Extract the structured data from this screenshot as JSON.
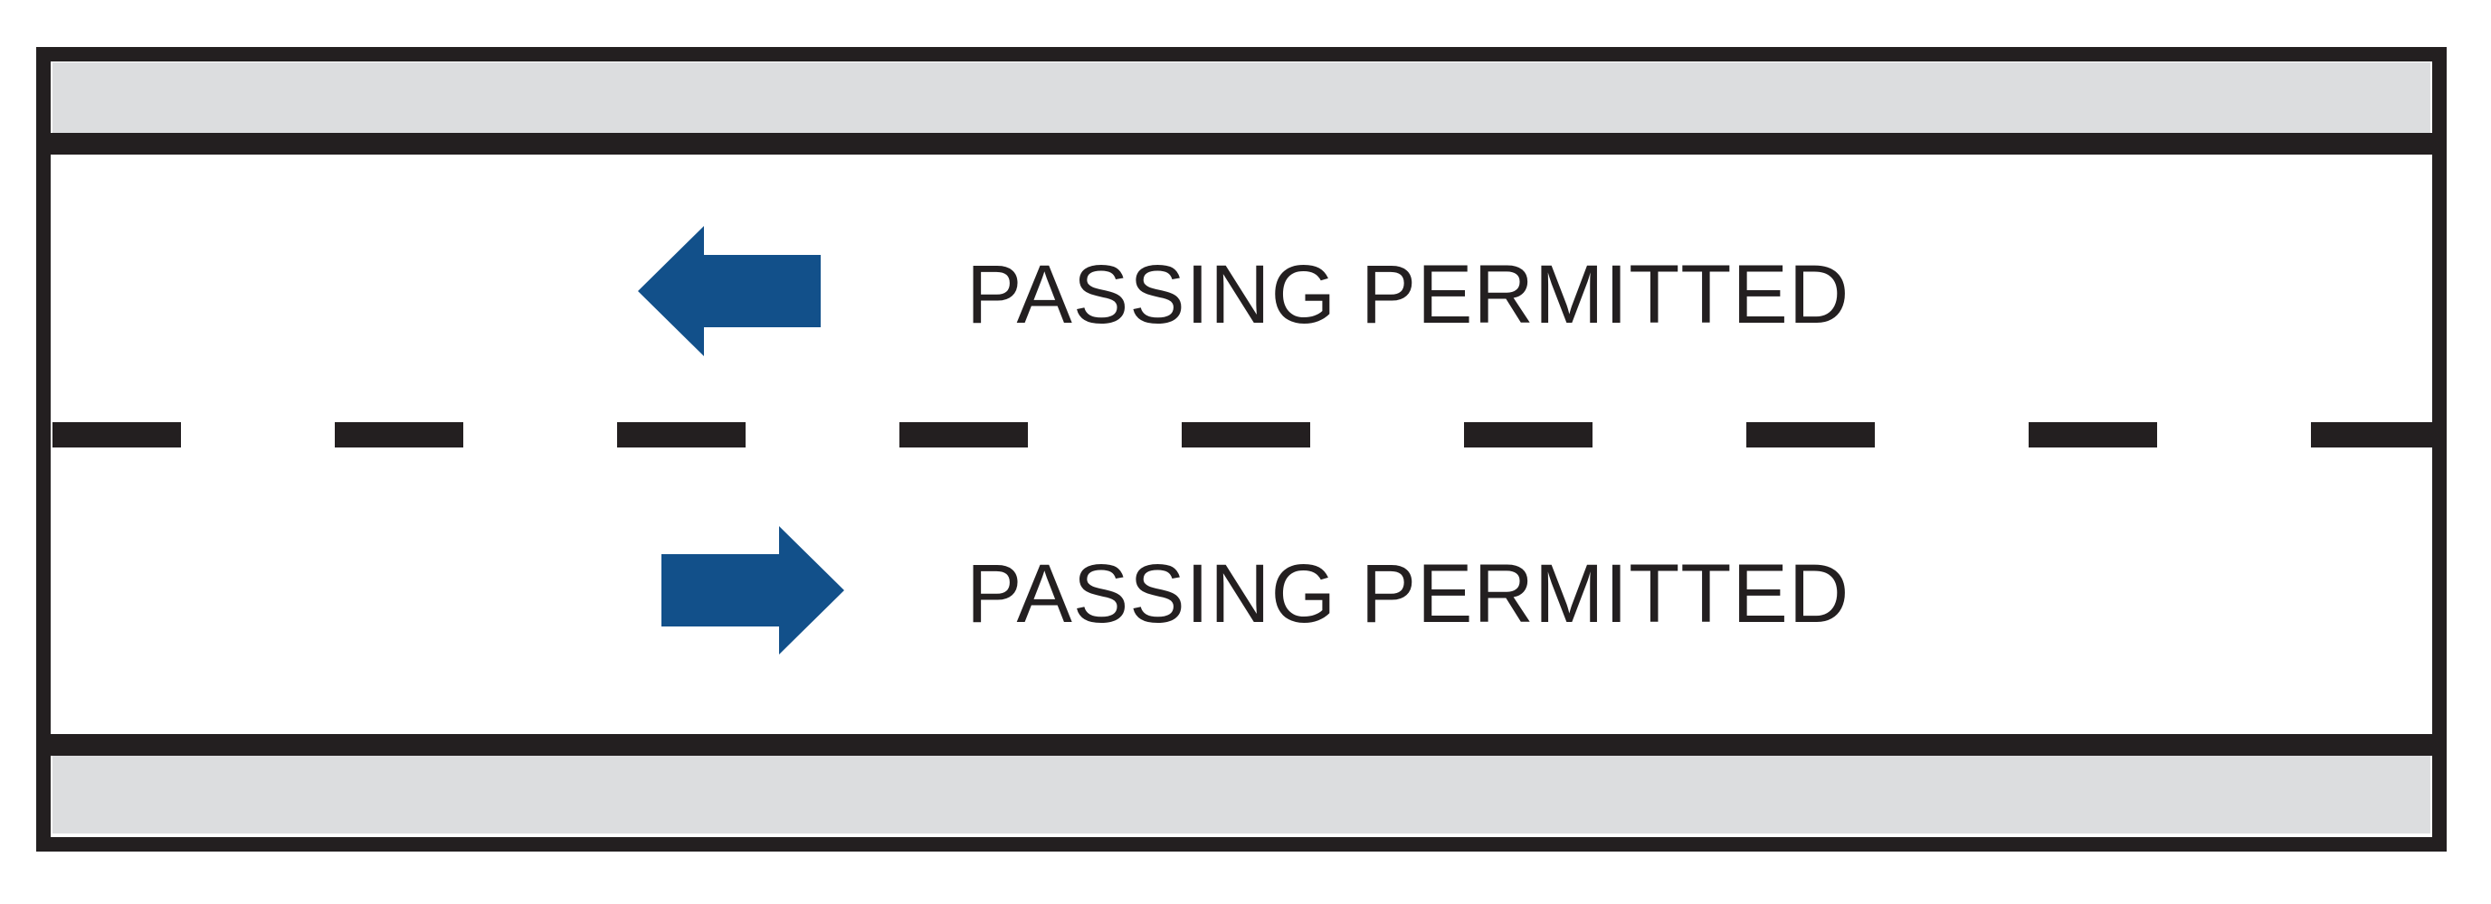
{
  "colors": {
    "road_outline": "#231f20",
    "shoulder": "#dcdddf",
    "lane_surface": "#ffffff",
    "arrow": "#12508a",
    "text": "#231f20"
  },
  "lanes": [
    {
      "direction": "left",
      "arrow_icon": "left-arrow-icon",
      "label": "PASSING PERMITTED"
    },
    {
      "direction": "right",
      "arrow_icon": "right-arrow-icon",
      "label": "PASSING PERMITTED"
    }
  ],
  "center_line": {
    "style": "dashed"
  }
}
